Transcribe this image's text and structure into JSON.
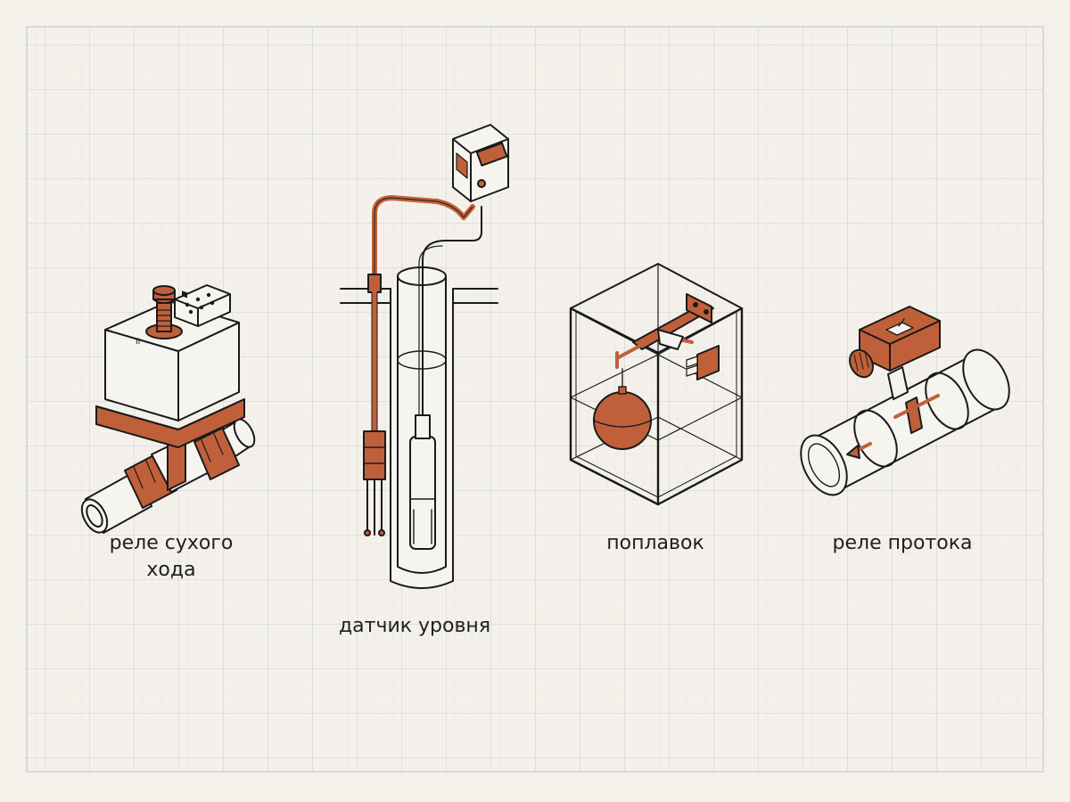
{
  "colors": {
    "background": "#f4f1ea",
    "grid_minor": "#dde2e6",
    "grid_major": "#c3ccd3",
    "accent": "#c0603a",
    "accent_dark": "#8a3e22",
    "outline": "#1a1a1a",
    "body_fill": "#f6f4ef"
  },
  "devices": [
    {
      "id": "dry-run-relay",
      "label_line1": "реле сухого",
      "label_line2": "хода",
      "icon": "dry-run-relay-icon"
    },
    {
      "id": "level-sensor",
      "label": "датчик уровня",
      "icon": "level-sensor-icon"
    },
    {
      "id": "float-switch",
      "label": "поплавок",
      "icon": "float-switch-icon"
    },
    {
      "id": "flow-relay",
      "label": "реле протока",
      "icon": "flow-relay-icon"
    }
  ]
}
